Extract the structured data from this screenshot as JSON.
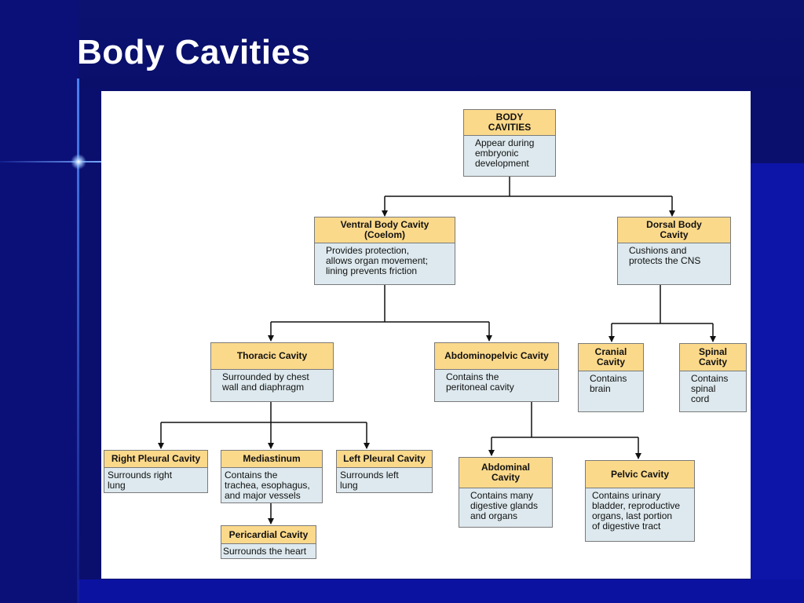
{
  "slide": {
    "title": "Body Cavities"
  },
  "chart": {
    "body_cavities": {
      "title": "BODY\nCAVITIES",
      "desc": "Appear during\nembryonic\ndevelopment"
    },
    "ventral": {
      "title": "Ventral Body Cavity\n(Coelom)",
      "desc": "Provides protection,\nallows organ movement;\nlining prevents friction"
    },
    "dorsal": {
      "title": "Dorsal Body\nCavity",
      "desc": "Cushions and\nprotects the CNS"
    },
    "thoracic": {
      "title": "Thoracic Cavity",
      "desc": "Surrounded by chest\nwall and diaphragm"
    },
    "abdominopelvic": {
      "title": "Abdominopelvic Cavity",
      "desc": "Contains the\nperitoneal cavity"
    },
    "cranial": {
      "title": "Cranial\nCavity",
      "desc": "Contains\nbrain"
    },
    "spinal": {
      "title": "Spinal\nCavity",
      "desc": "Contains\nspinal\ncord"
    },
    "right_pleural": {
      "title": "Right Pleural Cavity",
      "desc": "Surrounds right\nlung"
    },
    "mediastinum": {
      "title": "Mediastinum",
      "desc": "Contains the\ntrachea, esophagus,\nand major vessels"
    },
    "left_pleural": {
      "title": "Left Pleural Cavity",
      "desc": "Surrounds left\nlung"
    },
    "abdominal": {
      "title": "Abdominal\nCavity",
      "desc": "Contains many\ndigestive glands\nand organs"
    },
    "pelvic": {
      "title": "Pelvic Cavity",
      "desc": "Contains urinary\nbladder, reproductive\norgans, last portion\nof digestive tract"
    },
    "pericardial": {
      "title": "Pericardial Cavity",
      "desc": "Surrounds the heart"
    }
  },
  "colors": {
    "background": "#0a0f6e",
    "header_fill": "#fbd98b",
    "desc_fill": "#dde9ee"
  }
}
